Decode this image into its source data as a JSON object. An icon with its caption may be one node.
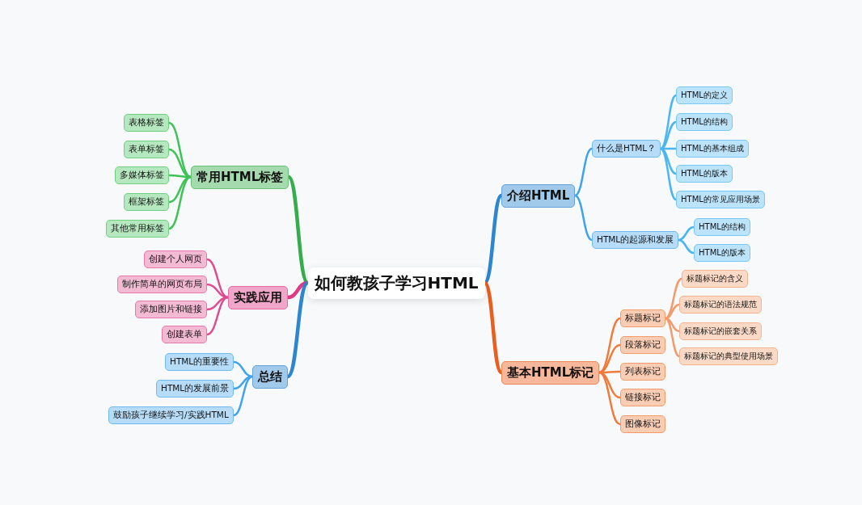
{
  "diagram": {
    "nodes": [
      {
        "text": [
          "如何教孩子学习HTML"
        ]
      },
      {
        "text": [
          "介绍HTML"
        ]
      },
      {
        "text": [
          "什么是HTML？"
        ]
      },
      {
        "text": [
          "HTML的定义"
        ]
      },
      {
        "text": [
          "HTML的结构"
        ]
      },
      {
        "text": [
          "HTML的基本组成"
        ]
      },
      {
        "text": [
          "HTML的版本"
        ]
      },
      {
        "text": [
          "HTML的常见应用场景"
        ]
      },
      {
        "text": [
          "HTML的起源和发展"
        ]
      },
      {
        "text": [
          "HTML的结构"
        ]
      },
      {
        "text": [
          "HTML的版本"
        ]
      },
      {
        "text": [
          "基本HTML标记"
        ]
      },
      {
        "text": [
          "标题标记"
        ]
      },
      {
        "text": [
          "标题标记的含义"
        ]
      },
      {
        "text": [
          "标题标记的语法规范"
        ]
      },
      {
        "text": [
          "标题标记的嵌套关系"
        ]
      },
      {
        "text": [
          "标题标记的典型使用场景"
        ]
      },
      {
        "text": [
          "段落标记"
        ]
      },
      {
        "text": [
          "列表标记"
        ]
      },
      {
        "text": [
          "链接标记"
        ]
      },
      {
        "text": [
          "图像标记"
        ]
      },
      {
        "text": [
          "常用HTML标签"
        ]
      },
      {
        "text": [
          "表格标签"
        ]
      },
      {
        "text": [
          "表单标签"
        ]
      },
      {
        "text": [
          "多媒体标签"
        ]
      },
      {
        "text": [
          "框架标签"
        ]
      },
      {
        "text": [
          "其他常用标签"
        ]
      },
      {
        "text": [
          "实践应用"
        ]
      },
      {
        "text": [
          "创建个人网页"
        ]
      },
      {
        "text": [
          "制作简单的网页布局"
        ]
      },
      {
        "text": [
          "添加图片和链接"
        ]
      },
      {
        "text": [
          "创建表单"
        ]
      },
      {
        "text": [
          "总结"
        ]
      },
      {
        "text": [
          "HTML的重要性"
        ]
      },
      {
        "text": [
          "HTML的发展前景"
        ]
      },
      {
        "text": [
          "鼓励孩子继续学习/实践HTML"
        ]
      }
    ],
    "edges": [
      {
        "from": 0,
        "to": 1,
        "arrow": "none",
        "style": "thick",
        "color": "#2f86d0"
      },
      {
        "from": 1,
        "to": 2,
        "arrow": "none",
        "color": "#3ea3ec"
      },
      {
        "from": 2,
        "to": 3,
        "arrow": "none",
        "color": "#4cb6f2"
      },
      {
        "from": 2,
        "to": 4,
        "arrow": "none",
        "color": "#4cb6f2"
      },
      {
        "from": 2,
        "to": 5,
        "arrow": "none",
        "color": "#4cb6f2"
      },
      {
        "from": 2,
        "to": 6,
        "arrow": "none",
        "color": "#4cb6f2"
      },
      {
        "from": 2,
        "to": 7,
        "arrow": "none",
        "color": "#4cb6f2"
      },
      {
        "from": 1,
        "to": 8,
        "arrow": "none",
        "color": "#3ea3ec"
      },
      {
        "from": 8,
        "to": 9,
        "arrow": "none",
        "color": "#4cb6f2"
      },
      {
        "from": 8,
        "to": 10,
        "arrow": "none",
        "color": "#4cb6f2"
      },
      {
        "from": 0,
        "to": 11,
        "arrow": "none",
        "style": "thick",
        "color": "#ea5f1f"
      },
      {
        "from": 11,
        "to": 12,
        "arrow": "none",
        "color": "#f07a3a"
      },
      {
        "from": 12,
        "to": 13,
        "arrow": "none",
        "color": "#f39a6a"
      },
      {
        "from": 12,
        "to": 14,
        "arrow": "none",
        "color": "#f39a6a"
      },
      {
        "from": 12,
        "to": 15,
        "arrow": "none",
        "color": "#f39a6a"
      },
      {
        "from": 12,
        "to": 16,
        "arrow": "none",
        "color": "#f39a6a"
      },
      {
        "from": 11,
        "to": 17,
        "arrow": "none",
        "color": "#f07a3a"
      },
      {
        "from": 11,
        "to": 18,
        "arrow": "none",
        "color": "#f07a3a"
      },
      {
        "from": 11,
        "to": 19,
        "arrow": "none",
        "color": "#f07a3a"
      },
      {
        "from": 11,
        "to": 20,
        "arrow": "none",
        "color": "#f07a3a"
      },
      {
        "from": 0,
        "to": 21,
        "arrow": "none",
        "style": "thick",
        "color": "#36ad4c"
      },
      {
        "from": 21,
        "to": 22,
        "arrow": "none",
        "color": "#3fc257"
      },
      {
        "from": 21,
        "to": 23,
        "arrow": "none",
        "color": "#3fc257"
      },
      {
        "from": 21,
        "to": 24,
        "arrow": "none",
        "color": "#3fc257"
      },
      {
        "from": 21,
        "to": 25,
        "arrow": "none",
        "color": "#3fc257"
      },
      {
        "from": 21,
        "to": 26,
        "arrow": "none",
        "color": "#3fc257"
      },
      {
        "from": 0,
        "to": 27,
        "arrow": "none",
        "style": "thick",
        "color": "#de3a86"
      },
      {
        "from": 27,
        "to": 28,
        "arrow": "none",
        "color": "#e04a8e"
      },
      {
        "from": 27,
        "to": 29,
        "arrow": "none",
        "color": "#e04a8e"
      },
      {
        "from": 27,
        "to": 30,
        "arrow": "none",
        "color": "#e04a8e"
      },
      {
        "from": 27,
        "to": 31,
        "arrow": "none",
        "color": "#e04a8e"
      },
      {
        "from": 0,
        "to": 32,
        "arrow": "none",
        "style": "thick",
        "color": "#2f86d0"
      },
      {
        "from": 32,
        "to": 33,
        "arrow": "none",
        "color": "#3ea3ec"
      },
      {
        "from": 32,
        "to": 34,
        "arrow": "none",
        "color": "#3ea3ec"
      },
      {
        "from": 32,
        "to": 35,
        "arrow": "none",
        "color": "#3ea3ec"
      }
    ]
  }
}
